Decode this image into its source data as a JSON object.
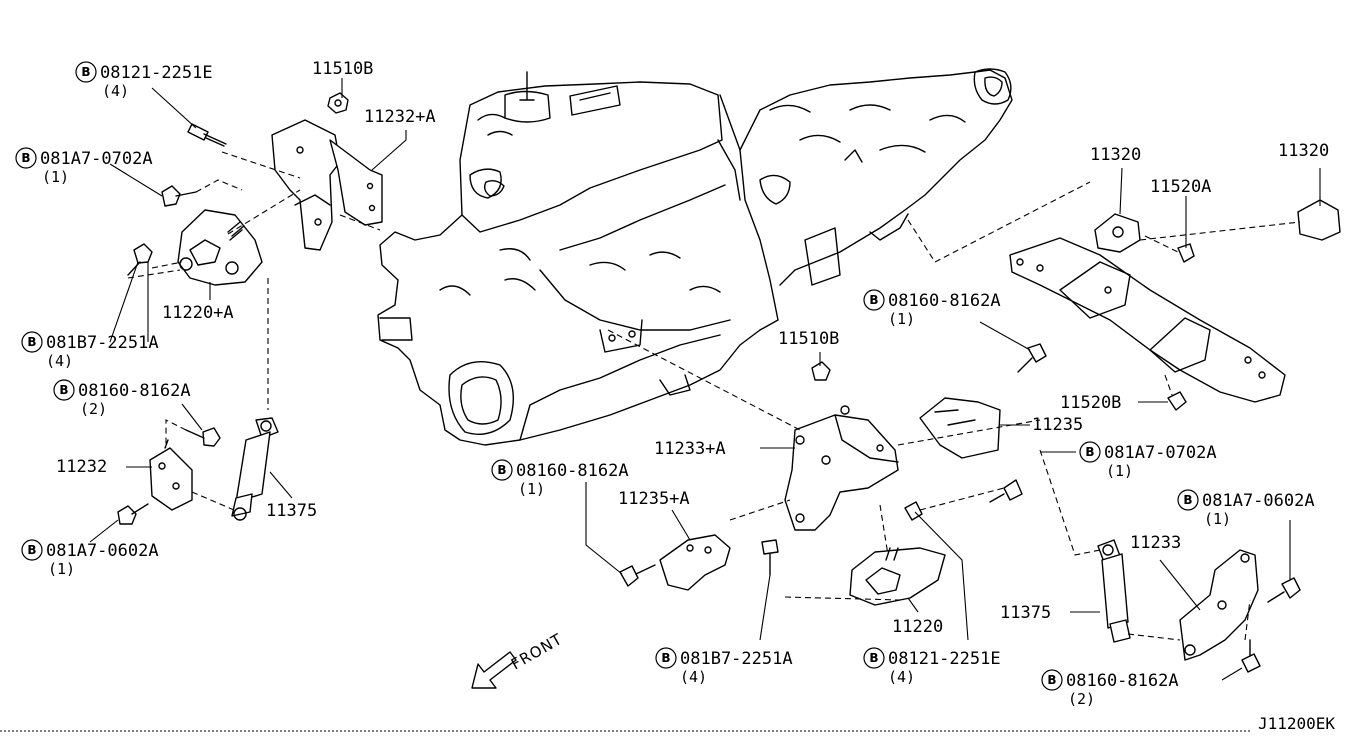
{
  "parts": {
    "p08121_tl": {
      "prefix": "B",
      "number": "08121-2251E",
      "qty": "(4)"
    },
    "p11510B_top": {
      "number": "11510B"
    },
    "p11232A": {
      "number": "11232+A"
    },
    "p081A7_0702A_left": {
      "prefix": "B",
      "number": "081A7-0702A",
      "qty": "(1)"
    },
    "p11220A": {
      "number": "11220+A"
    },
    "p081B7_left": {
      "prefix": "B",
      "number": "081B7-2251A",
      "qty": "(4)"
    },
    "p08160_left": {
      "prefix": "B",
      "number": "08160-8162A",
      "qty": "(2)"
    },
    "p11232": {
      "number": "11232"
    },
    "p11375_left": {
      "number": "11375"
    },
    "p081A7_0602A_left": {
      "prefix": "B",
      "number": "081A7-0602A",
      "qty": "(1)"
    },
    "p11320_a": {
      "number": "11320"
    },
    "p11520A": {
      "number": "11520A"
    },
    "p11320_b": {
      "number": "11320"
    },
    "p08160_mid": {
      "prefix": "B",
      "number": "08160-8162A",
      "qty": "(1)"
    },
    "p11510B_mid": {
      "number": "11510B"
    },
    "p11520B": {
      "number": "11520B"
    },
    "p11235": {
      "number": "11235"
    },
    "p11233A": {
      "number": "11233+A"
    },
    "p081A7_0702A_right": {
      "prefix": "B",
      "number": "081A7-0702A",
      "qty": "(1)"
    },
    "p08160_center": {
      "prefix": "B",
      "number": "08160-8162A",
      "qty": "(1)"
    },
    "p11235A": {
      "number": "11235+A"
    },
    "p081A7_0602A_right": {
      "prefix": "B",
      "number": "081A7-0602A",
      "qty": "(1)"
    },
    "p11233": {
      "number": "11233"
    },
    "p11375_right": {
      "number": "11375"
    },
    "p11220": {
      "number": "11220"
    },
    "p081B7_bottom": {
      "prefix": "B",
      "number": "081B7-2251A",
      "qty": "(4)"
    },
    "p08121_bottom": {
      "prefix": "B",
      "number": "08121-2251E",
      "qty": "(4)"
    },
    "p08160_bottom": {
      "prefix": "B",
      "number": "08160-8162A",
      "qty": "(2)"
    }
  },
  "front_label": "FRONT",
  "diagram_code": "J11200EK"
}
